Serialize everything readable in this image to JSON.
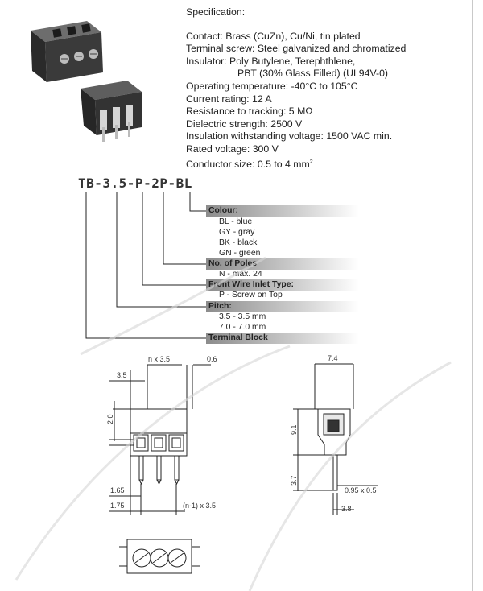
{
  "specification": {
    "title": "Specification:",
    "lines": [
      "Contact: Brass (CuZn), Cu/Ni, tin plated",
      "Terminal screw: Steel galvanized and chromatized",
      "Insulator: Poly Butylene, Terephthlene,",
      "PBT (30% Glass Filled) (UL94V-0)",
      "Operating temperature: -40°C to 105°C",
      "Current rating: 12 A",
      "Resistance to tracking: 5 MΩ",
      "Dielectric strength: 2500 V",
      "Insulation withstanding voltage: 1500 VAC min.",
      "Rated voltage: 300 V"
    ],
    "conductor_size": "Conductor size: 0.5 to 4 mm",
    "conductor_sup": "2"
  },
  "part_number": "TB-3.5-P-2P-BL",
  "legend": {
    "colour_head": "Colour:",
    "colour_items": [
      "BL - blue",
      "GY - gray",
      "BK - black",
      "GN - green"
    ],
    "poles_head": "No. of Poles",
    "poles_items": [
      "N - max. 24"
    ],
    "inlet_head": "Front Wire Inlet Type:",
    "inlet_items": [
      "P - Screw on Top"
    ],
    "pitch_head": "Pitch:",
    "pitch_items": [
      "3.5 - 3.5 mm",
      "7.0 - 7.0 mm"
    ],
    "block_head": "Terminal Block"
  },
  "dimensions": {
    "n_pitch": "n x 3.5",
    "gap": "0.6",
    "pitch": "3.5",
    "depth": "7.4",
    "height_top": "2.0",
    "height_body": "9.1",
    "pin_len": "3.7",
    "pin_offset": "1.65",
    "edge": "1.75",
    "n_minus_pitch": "(n-1) x 3.5",
    "pin_size": "0.95 x 0.5",
    "pin_pos": "3.8"
  }
}
